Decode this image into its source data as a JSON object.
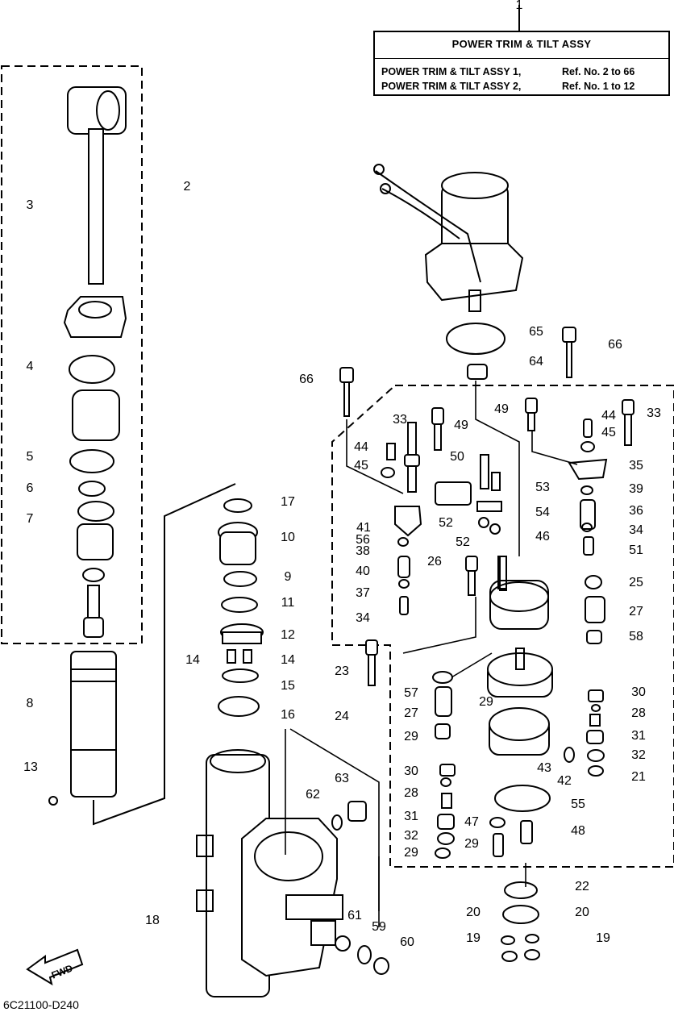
{
  "title_box": {
    "title": "POWER TRIM &  TILT ASSY",
    "rows": [
      {
        "assembly": "POWER TRIM & TILT ASSY 1,",
        "ref": "Ref. No. 2 to 66"
      },
      {
        "assembly": "POWER TRIM & TILT ASSY 2,",
        "ref": "Ref. No. 1 to 12"
      }
    ]
  },
  "direction_label": "FWD",
  "drawing_code": "6C21100-D240",
  "callouts": [
    "1",
    "2",
    "3",
    "4",
    "5",
    "6",
    "7",
    "8",
    "13",
    "10",
    "9",
    "11",
    "12",
    "14",
    "14",
    "15",
    "16",
    "17",
    "18",
    "61",
    "59",
    "60",
    "62",
    "63",
    "65",
    "66",
    "64",
    "66",
    "33",
    "49",
    "44",
    "45",
    "56",
    "38",
    "40",
    "37",
    "34",
    "23",
    "24",
    "33",
    "49",
    "44",
    "45",
    "41",
    "35",
    "39",
    "36",
    "34",
    "51",
    "50",
    "53",
    "54",
    "52",
    "52",
    "46",
    "26",
    "25",
    "27",
    "58",
    "57",
    "27",
    "29",
    "30",
    "28",
    "31",
    "32",
    "29",
    "29",
    "43",
    "42",
    "55",
    "48",
    "47",
    "29",
    "30",
    "28",
    "31",
    "32",
    "21",
    "22",
    "20",
    "20",
    "19",
    "19"
  ]
}
